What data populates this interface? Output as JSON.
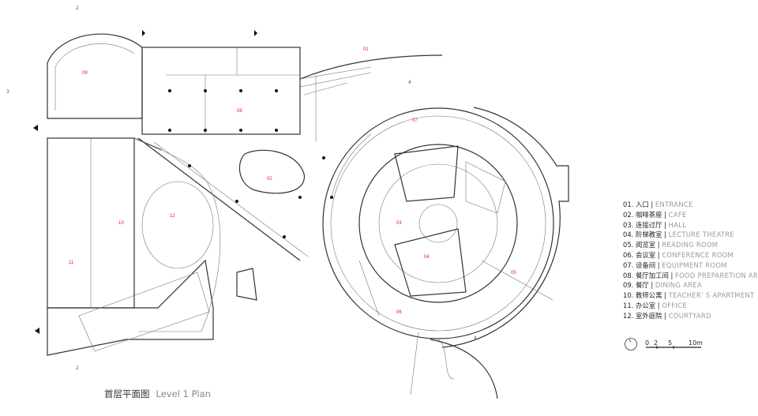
{
  "title": {
    "zh": "首层平面图",
    "en": "Level 1 Plan"
  },
  "legend": [
    {
      "zh": "01. 入口",
      "en": "ENTRANCE"
    },
    {
      "zh": "02. 咖啡茶座",
      "en": "CAFE"
    },
    {
      "zh": "03. 连接过厅",
      "en": "HALL"
    },
    {
      "zh": "04. 阶梯教室",
      "en": "LECTURE THEATRE"
    },
    {
      "zh": "05. 阅览室",
      "en": "READING ROOM"
    },
    {
      "zh": "06. 会议室",
      "en": "CONFERENCE ROOM"
    },
    {
      "zh": "07. 设备间",
      "en": "EQUIPMENT ROOM"
    },
    {
      "zh": "08. 餐厅加工间",
      "en": "FOOD PREPARETION AREA"
    },
    {
      "zh": "09. 餐厅",
      "en": " DINING AREA"
    },
    {
      "zh": "10. 教师公寓",
      "en": "TEACHER’ S APARTMENT"
    },
    {
      "zh": "11. 办公室",
      "en": "OFFICE"
    },
    {
      "zh": "12. 室外庭院",
      "en": "COURTYARD"
    }
  ],
  "legend_separator": "|",
  "scale": {
    "ticks": [
      "0",
      "2",
      "5",
      "10m"
    ]
  },
  "rooms": [
    "01",
    "02",
    "03",
    "04",
    "05",
    "06",
    "07",
    "08",
    "09",
    "10",
    "11",
    "12"
  ],
  "section_marks": {
    "a": "2",
    "b": "3",
    "c": "4"
  },
  "colors": {
    "room_label": "#e02020",
    "wall": "#333333"
  }
}
